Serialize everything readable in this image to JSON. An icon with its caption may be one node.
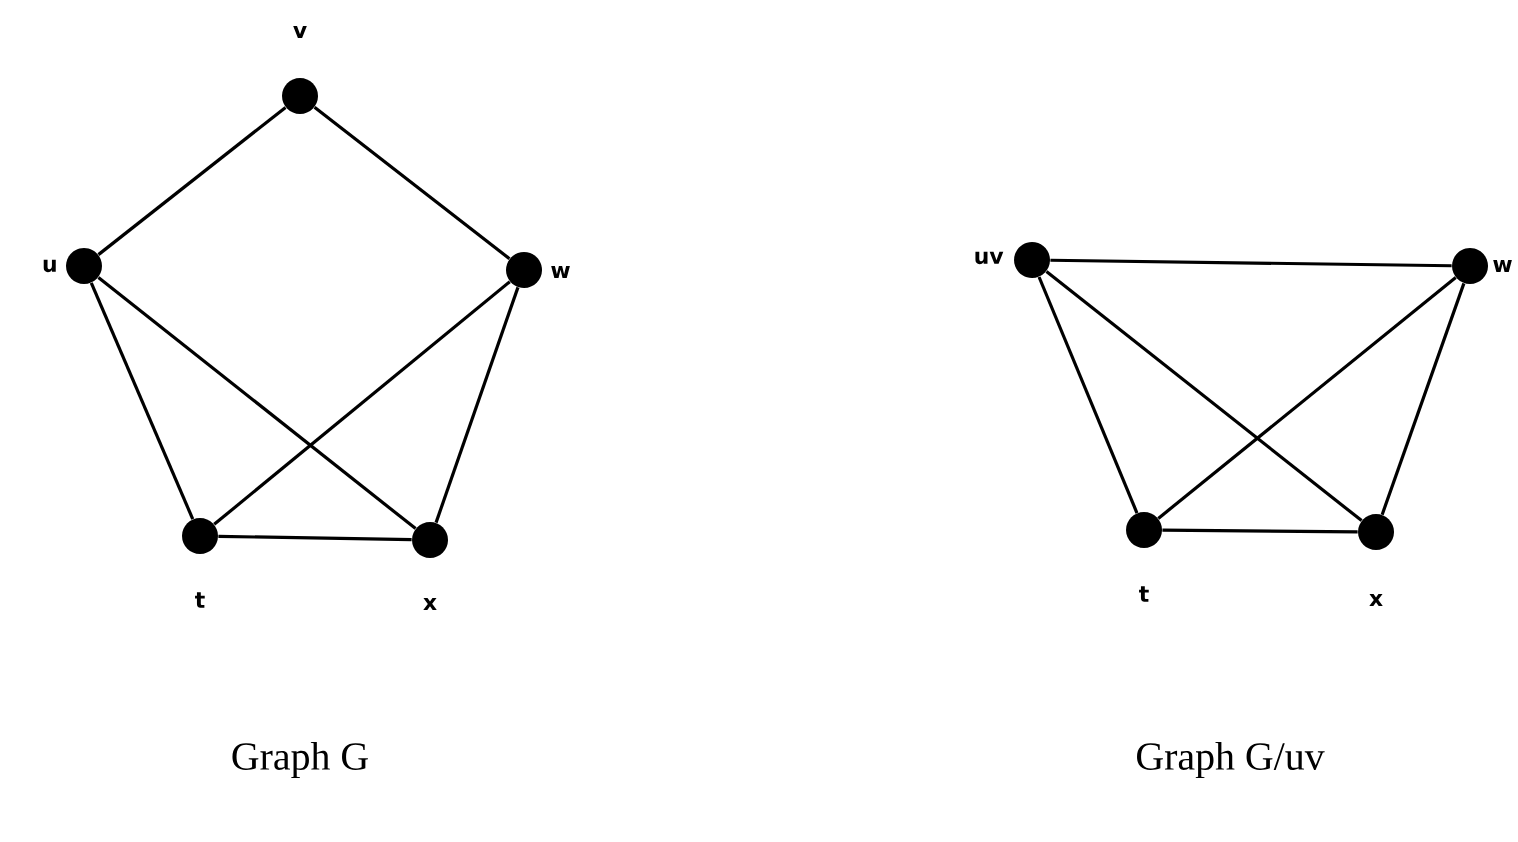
{
  "diagram": {
    "nodes": [
      {
        "text": [],
        "shape": "circle",
        "beside": [
          "v"
        ]
      },
      {
        "text": [],
        "shape": "circle",
        "beside": [
          "u"
        ]
      },
      {
        "text": [],
        "shape": "circle",
        "beside": [
          "w"
        ]
      },
      {
        "text": [],
        "shape": "circle",
        "beside": [
          "t"
        ]
      },
      {
        "text": [],
        "shape": "circle",
        "beside": [
          "x"
        ]
      },
      {
        "text": [],
        "shape": "circle",
        "beside": [
          "uv"
        ]
      },
      {
        "text": [],
        "shape": "circle",
        "beside": [
          "w"
        ]
      },
      {
        "text": [],
        "shape": "circle",
        "beside": [
          "t"
        ]
      },
      {
        "text": [],
        "shape": "circle",
        "beside": [
          "x"
        ]
      }
    ],
    "edges": [
      {
        "from": 1,
        "to": 0,
        "arrow": "none"
      },
      {
        "from": 0,
        "to": 2,
        "arrow": "none"
      },
      {
        "from": 1,
        "to": 3,
        "arrow": "none"
      },
      {
        "from": 1,
        "to": 4,
        "arrow": "none"
      },
      {
        "from": 2,
        "to": 3,
        "arrow": "none"
      },
      {
        "from": 2,
        "to": 4,
        "arrow": "none"
      },
      {
        "from": 3,
        "to": 4,
        "arrow": "none"
      },
      {
        "from": 5,
        "to": 6,
        "arrow": "none"
      },
      {
        "from": 5,
        "to": 7,
        "arrow": "none"
      },
      {
        "from": 5,
        "to": 8,
        "arrow": "none"
      },
      {
        "from": 6,
        "to": 7,
        "arrow": "none"
      },
      {
        "from": 6,
        "to": 8,
        "arrow": "none"
      },
      {
        "from": 7,
        "to": 8,
        "arrow": "none"
      }
    ],
    "labels": [
      "Graph G",
      "Graph G/uv"
    ]
  }
}
